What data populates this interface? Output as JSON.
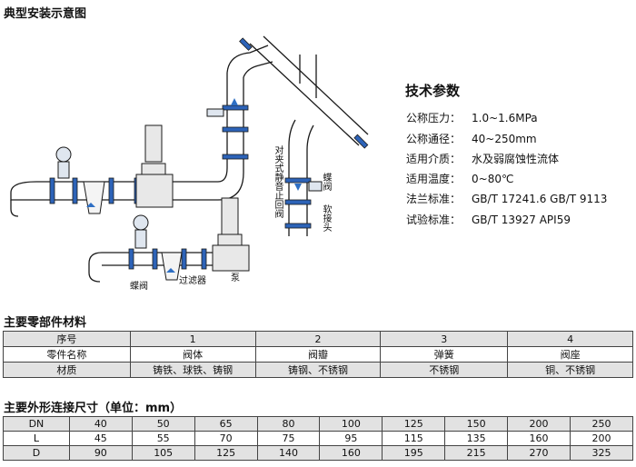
{
  "titles": {
    "install": "典型安装示意图",
    "specs": "技术参数",
    "parts": "主要零部件材料",
    "dims": "主要外形连接尺寸（单位：mm）"
  },
  "specs": [
    {
      "label": "公称压力：",
      "value": "1.0~1.6MPa"
    },
    {
      "label": "公称通径：",
      "value": "40~250mm"
    },
    {
      "label": "适用介质：",
      "value": "水及弱腐蚀性流体"
    },
    {
      "label": "适用温度：",
      "value": "0~80℃"
    },
    {
      "label": "法兰标准：",
      "value": "GB/T 17241.6 GB/T 9113"
    },
    {
      "label": "试验标准：",
      "value": "GB/T 13927 API59"
    }
  ],
  "diagram_labels": {
    "butterfly_valve": "蝶阀",
    "filter": "过滤器",
    "pump": "泵",
    "check_valve": "对夹式静音止回阀",
    "butterfly_valve_2": "蝶阀",
    "soft_joint": "软接头"
  },
  "parts_table": {
    "rows": [
      [
        "序号",
        "1",
        "2",
        "3",
        "4"
      ],
      [
        "零件名称",
        "阀体",
        "阀瓣",
        "弹簧",
        "阀座"
      ],
      [
        "材质",
        "铸铁、球铁、铸钢",
        "铸钢、不锈钢",
        "不锈钢",
        "铜、不锈钢"
      ]
    ]
  },
  "dims_table": {
    "rows": [
      [
        "DN",
        "40",
        "50",
        "65",
        "80",
        "100",
        "125",
        "150",
        "200",
        "250"
      ],
      [
        "L",
        "45",
        "55",
        "70",
        "75",
        "95",
        "115",
        "135",
        "160",
        "200"
      ],
      [
        "D",
        "90",
        "105",
        "125",
        "140",
        "160",
        "195",
        "215",
        "270",
        "325"
      ]
    ]
  },
  "colors": {
    "pipe_outline": "#1a1a1a",
    "flange_blue": "#2d63b8",
    "arrow_blue": "#2e6fc4",
    "pump_body": "#e8e8e8",
    "table_shade": "#e2e2e2"
  }
}
